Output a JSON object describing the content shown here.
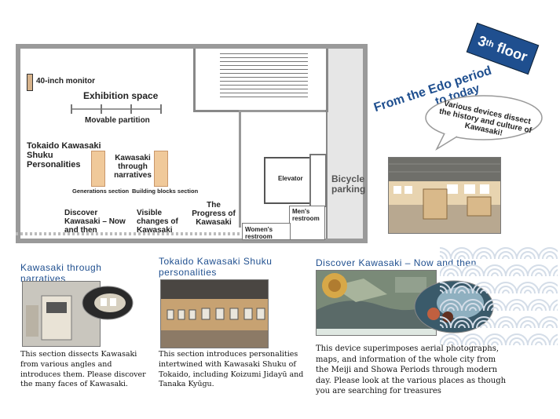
{
  "header": {
    "floor_num": "3",
    "floor_sup": "th",
    "floor_word": "floor",
    "headline_1": "From the Edo period",
    "headline_2": "to today",
    "bubble": "Various devices dissect the history and culture of Kawasaki!"
  },
  "plan": {
    "monitor": "40-inch monitor",
    "exhibition": "Exhibition space",
    "partition": "Movable partition",
    "tokaido": "Tokaido Kawasaki Shuku Personalities",
    "narratives": "Kawasaki through narratives",
    "generations": "Generations section",
    "building_blocks": "Building blocks section",
    "progress": "The Progress of Kawasaki",
    "discover": "Discover Kawasaki – Now and then",
    "visible": "Visible changes of Kawasaki",
    "elevator": "Elevator",
    "bicycle": "Bicycle parking",
    "mens": "Men's restroom",
    "womens": "Women's restroom"
  },
  "sections": [
    {
      "title": "Kawasaki through narratives",
      "body": "This section dissects Kawasaki from various angles and introduces them. Please discover the many faces of Kawasaki."
    },
    {
      "title": "Tokaido Kawasaki Shuku personalities",
      "body": "This section introduces personalities intertwined with Kawasaki Shuku of Tokaido, including Koizumi Jidayū and Tanaka Kyūgu."
    },
    {
      "title": "Discover Kawasaki – Now and then",
      "body": "This device superimposes aerial photographs, maps, and information of the whole city from the Meiji and Showa Periods through modern day. Please look at the various places as though you are searching for treasures"
    }
  ],
  "colors": {
    "accent": "#1f4f8f",
    "panel": "#f0c99a",
    "wall": "#9a9a9a"
  }
}
